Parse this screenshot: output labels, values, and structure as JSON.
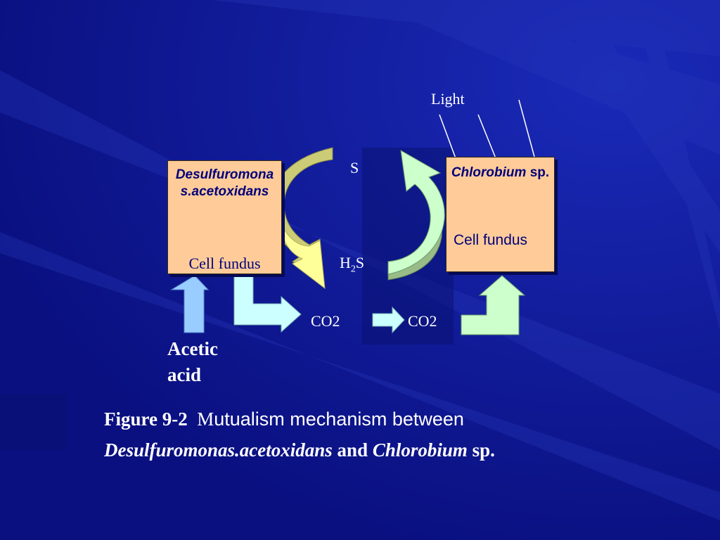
{
  "diagram": {
    "light": "Light",
    "left_box": {
      "species": "Desulfuromonas.acetoxidans",
      "cell": "Cell fundus"
    },
    "right_box": {
      "species": "Chlorobium",
      "species_suffix": " sp.",
      "cell": "Cell fundus"
    },
    "sulfur": "S",
    "h2s_main": "H",
    "h2s_sub": "2",
    "h2s_end": "S",
    "co2_left": "CO2",
    "co2_right": "CO2",
    "acetic": "Acetic acid"
  },
  "caption": {
    "figure": "Figure 9-2",
    "lead_letter": "M",
    "text": "utualism mechanism between",
    "species1": "Desulfuromonas.acetoxidans",
    "and": "and",
    "species2": "Chlorobium",
    "sp": "sp."
  },
  "colors": {
    "background": "#0b148f",
    "box_fill": "#ffcc99",
    "arrow_olive": "#cccc77",
    "arrow_yellow": "#ffff99",
    "arrow_green_light": "#ccffcc",
    "arrow_green_dark": "#99bb88",
    "arrow_cyan": "#ccffff",
    "arrow_blue": "#99ccff"
  }
}
